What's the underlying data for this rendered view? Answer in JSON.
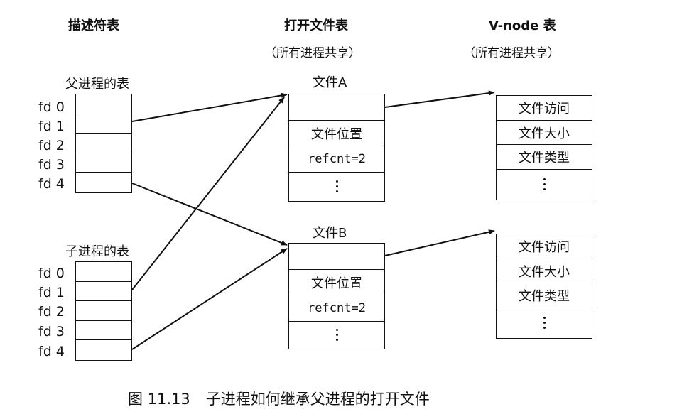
{
  "headers": {
    "descriptor_table": "描述符表",
    "open_file_table": "打开文件表",
    "open_file_table_sub": "（所有进程共享）",
    "vnode_table": "V-node 表",
    "vnode_table_sub": "（所有进程共享）"
  },
  "parent_table": {
    "title": "父进程的表",
    "fds": [
      "fd 0",
      "fd 1",
      "fd 2",
      "fd 3",
      "fd 4"
    ]
  },
  "child_table": {
    "title": "子进程的表",
    "fds": [
      "fd 0",
      "fd 1",
      "fd 2",
      "fd 3",
      "fd 4"
    ]
  },
  "files": [
    {
      "name": "文件A",
      "position": "文件位置",
      "refcnt": "refcnt=2"
    },
    {
      "name": "文件B",
      "position": "文件位置",
      "refcnt": "refcnt=2"
    }
  ],
  "vnodes": [
    {
      "access": "文件访问",
      "size": "文件大小",
      "type": "文件类型"
    },
    {
      "access": "文件访问",
      "size": "文件大小",
      "type": "文件类型"
    }
  ],
  "caption": {
    "label": "图 11.13",
    "text": "子进程如何继承父进程的打开文件"
  }
}
